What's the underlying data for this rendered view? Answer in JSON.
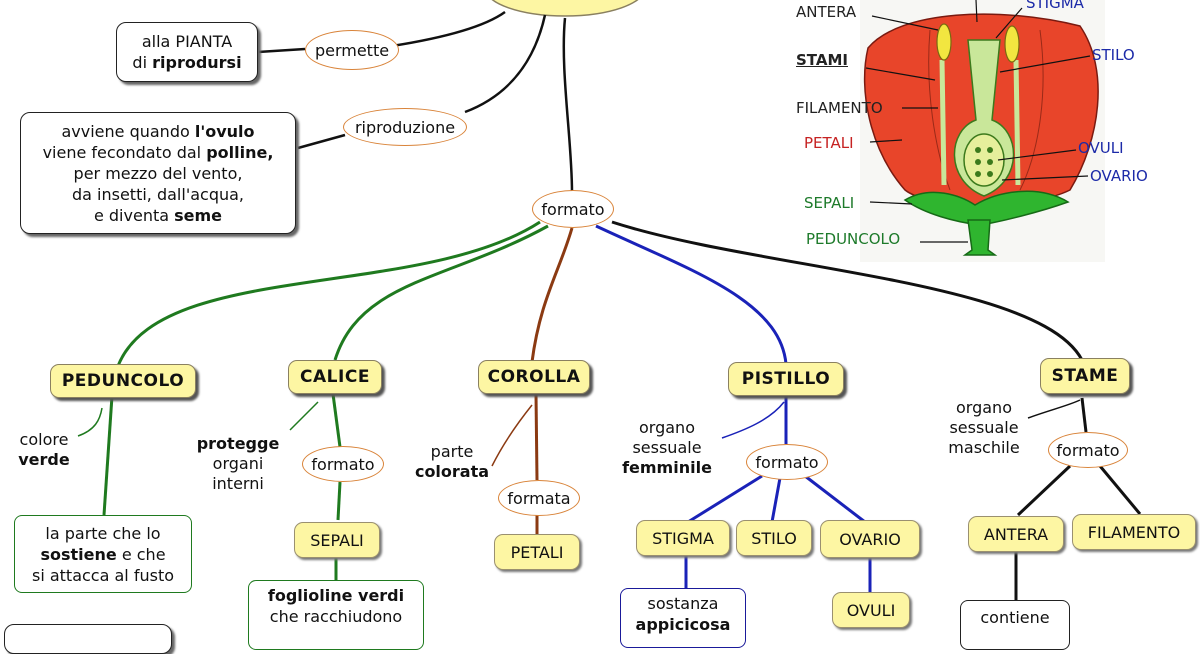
{
  "intro": {
    "permette": "permette",
    "pianta_line1": "alla PIANTA",
    "pianta_line2_pre": "di ",
    "pianta_line2_bold": "riprodursi",
    "riproduzione": "riproduzione",
    "repro_l1_pre": "avviene quando ",
    "repro_l1_bold": "l'ovulo",
    "repro_l2_pre": "viene fecondato dal ",
    "repro_l2_bold": "polline,",
    "repro_l3": "per mezzo del vento,",
    "repro_l4": "da insetti, dall'acqua,",
    "repro_l5_pre": "e diventa ",
    "repro_l5_bold": "seme",
    "formato_main": "formato"
  },
  "parts": {
    "peduncolo": {
      "title": "PEDUNCOLO",
      "note_l1": "colore",
      "note_l2": "verde",
      "box_l1": "la parte che lo",
      "box_l2_bold": "sostiene",
      "box_l2_post": " e che",
      "box_l3": "si attacca al fusto"
    },
    "calice": {
      "title": "CALICE",
      "note_l1": "protegge",
      "note_l2": "organi",
      "note_l3": "interni",
      "link": "formato",
      "sub": "SEPALI",
      "box_l1_bold": "foglioline verdi",
      "box_l2": "che racchiudono"
    },
    "corolla": {
      "title": "COROLLA",
      "note_l1": "parte",
      "note_l2": "colorata",
      "link": "formata",
      "sub": "PETALI"
    },
    "pistillo": {
      "title": "PISTILLO",
      "note_l1": "organo",
      "note_l2": "sessuale",
      "note_l3": "femminile",
      "link": "formato",
      "subs": [
        "STIGMA",
        "STILO",
        "OVARIO"
      ],
      "ovuli": "OVULI",
      "box_l1": "sostanza",
      "box_l2_bold": "appicicosa"
    },
    "stame": {
      "title": "STAME",
      "note_l1": "organo",
      "note_l2": "sessuale",
      "note_l3": "maschile",
      "link": "formato",
      "subs": [
        "ANTERA",
        "FILAMENTO"
      ],
      "box_l1": "contiene"
    }
  },
  "flower_image": {
    "labels": {
      "antera": "ANTERA",
      "stigma": "STIGMA",
      "stami": "STAMI",
      "stilo": "STILO",
      "filamento": "FILAMENTO",
      "petali": "PETALI",
      "ovuli": "OVULI",
      "ovario": "OVARIO",
      "sepali": "SEPALI",
      "peduncolo": "PEDUNCOLO"
    },
    "colors": {
      "petal": "#e8452a",
      "sepal": "#2fb52f",
      "ovary": "#c9e79a",
      "anther": "#f2e640"
    }
  },
  "colors": {
    "concept_fill": "#fdf6a3",
    "link_border": "#d9843a",
    "branch_green": "#1f7a1f",
    "branch_brown": "#8b3a12",
    "branch_blue": "#1a22b8",
    "branch_black": "#111111"
  }
}
